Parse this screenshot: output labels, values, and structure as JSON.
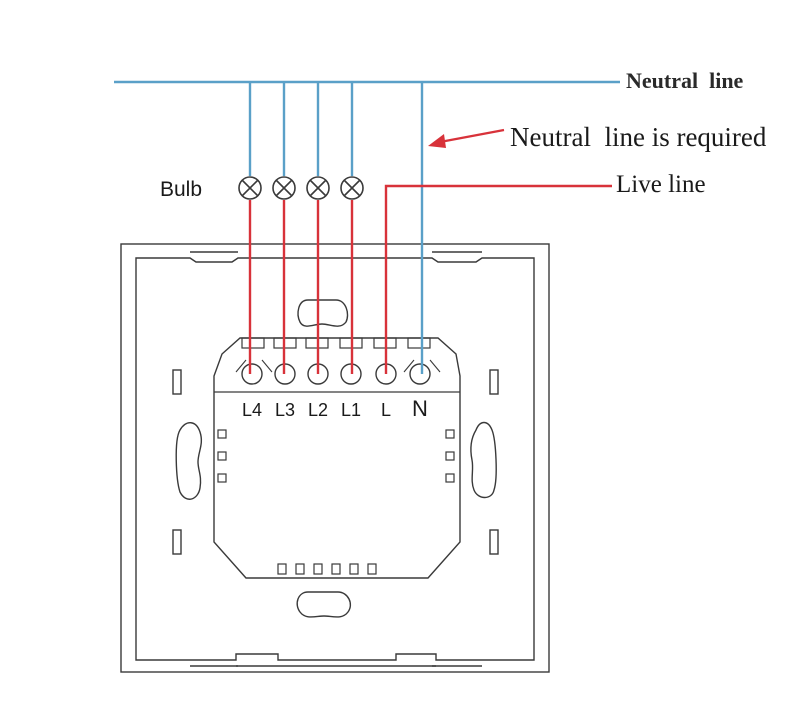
{
  "labels": {
    "neutral_line": "Neutral  line",
    "neutral_required": "Neutral  line is required",
    "live_line": "Live line",
    "bulb": "Bulb"
  },
  "terminals": [
    "L4",
    "L3",
    "L2",
    "L1",
    "L",
    "N"
  ],
  "colors": {
    "neutral_wire": "#5aa0c8",
    "live_wire": "#d8323a",
    "arrow": "#d8323a",
    "outline": "#3a3a3a"
  }
}
